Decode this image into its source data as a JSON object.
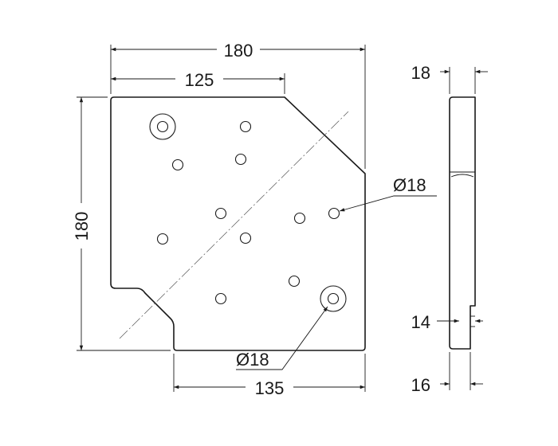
{
  "dimensions": {
    "top_total": "180",
    "top_partial": "125",
    "left_height": "180",
    "bottom_width": "135",
    "side_top_thickness": "18",
    "side_step_height": "14",
    "side_bottom_thickness": "16"
  },
  "callouts": {
    "hole_right": "Ø18",
    "hole_bottom": "Ø18"
  }
}
